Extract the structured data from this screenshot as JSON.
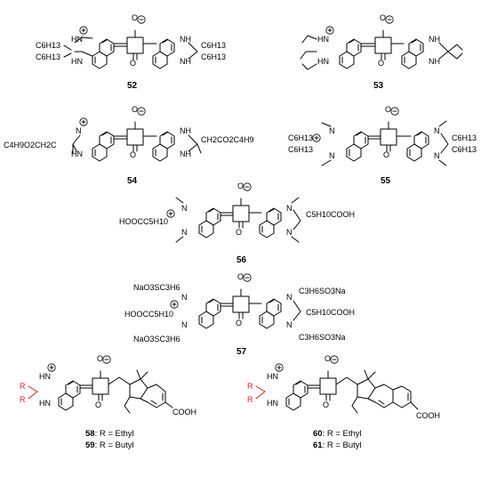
{
  "compounds": [
    {
      "id": "52",
      "label": "52",
      "left_sub": [
        "C6H13",
        "C6H13"
      ],
      "right_sub": [
        "C6H13",
        "C6H13"
      ],
      "left_n": [
        "HN",
        "HN"
      ],
      "right_n": [
        "NH",
        "NH"
      ]
    },
    {
      "id": "53",
      "label": "53",
      "left_n": [
        "HN",
        "HN"
      ],
      "right_n": [
        "NH",
        "NH"
      ]
    },
    {
      "id": "54",
      "label": "54",
      "left_sub": "C4H9O2CH2C",
      "right_sub": "CH2CO2C4H9",
      "left_n": [
        "N",
        "HN"
      ],
      "right_n": [
        "NH",
        "NH"
      ]
    },
    {
      "id": "55",
      "label": "55",
      "left_sub": [
        "C6H13",
        "C6H13"
      ],
      "right_sub": [
        "C6H13",
        "C6H13"
      ],
      "left_n": [
        "N",
        "N"
      ],
      "right_n": [
        "N",
        "N"
      ]
    },
    {
      "id": "56",
      "label": "56",
      "left_sub": "HOOCC5H10",
      "right_sub": "C5H10COOH",
      "left_n": [
        "N",
        "N"
      ],
      "right_n": [
        "N",
        "N"
      ]
    },
    {
      "id": "57",
      "label": "57",
      "left_sub": [
        "NaO3SC3H6",
        "HOOCC5H10",
        "NaO3SC3H6"
      ],
      "right_sub": [
        "C3H6SO3Na",
        "C5H10COOH",
        "C3H6SO3Na"
      ],
      "left_n": [
        "N",
        "N"
      ],
      "right_n": [
        "N",
        "N"
      ]
    },
    {
      "id": "58-59",
      "left_n": [
        "HN",
        "HN"
      ],
      "r_label": "R",
      "acid": "COOH",
      "captions": [
        {
          "num": "58",
          "text": ": R = Ethyl"
        },
        {
          "num": "59",
          "text": ": R = Butyl"
        }
      ]
    },
    {
      "id": "60-61",
      "left_n": [
        "HN",
        "HN"
      ],
      "r_label": "R",
      "acid": "COOH",
      "captions": [
        {
          "num": "60",
          "text": ": R = Ethyl"
        },
        {
          "num": "61",
          "text": ": R = Butyl"
        }
      ]
    }
  ],
  "anion_symbol": "O",
  "oxo_symbol": "O",
  "minus": "−",
  "plus": "+",
  "colors": {
    "bond": "#000000",
    "r_group": "#e0201b",
    "background": "#ffffff"
  }
}
